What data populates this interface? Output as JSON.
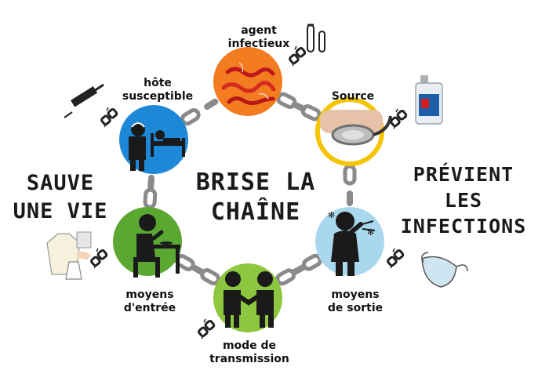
{
  "center_title": [
    "BRISE LA",
    "CHAÎNE"
  ],
  "left_slogan": [
    "SAUVE",
    "UNE VIE"
  ],
  "right_slogan": [
    "PRÉVIENT",
    "LES",
    "INFECTIONS"
  ],
  "nodes": [
    {
      "label": [
        "agent",
        "infectieux"
      ],
      "color": "#f47c20",
      "icon": "bacteria-icon"
    },
    {
      "label": [
        "Source"
      ],
      "color": "#ffffff",
      "ring": "#f5c400",
      "icon": "stethoscope-icon"
    },
    {
      "label": [
        "moyens",
        "de sortie"
      ],
      "color": "#a9d8ee",
      "icon": "sneezing-person-icon"
    },
    {
      "label": [
        "mode de",
        "transmission"
      ],
      "color": "#8dc63f",
      "icon": "handshake-icon"
    },
    {
      "label": [
        "moyens",
        "d'entrée"
      ],
      "color": "#5aa832",
      "icon": "person-eating-icon"
    },
    {
      "label": [
        "hôte",
        "susceptible"
      ],
      "color": "#1e88d8",
      "icon": "patient-bed-icon"
    }
  ],
  "colors": {
    "chain": "#8a8a8a",
    "broken_link": "#222222"
  },
  "side_icons": [
    "test-tubes-icon",
    "sanitizer-bottle-icon",
    "face-mask-icon",
    "gown-gloves-icon",
    "syringe-icon"
  ]
}
